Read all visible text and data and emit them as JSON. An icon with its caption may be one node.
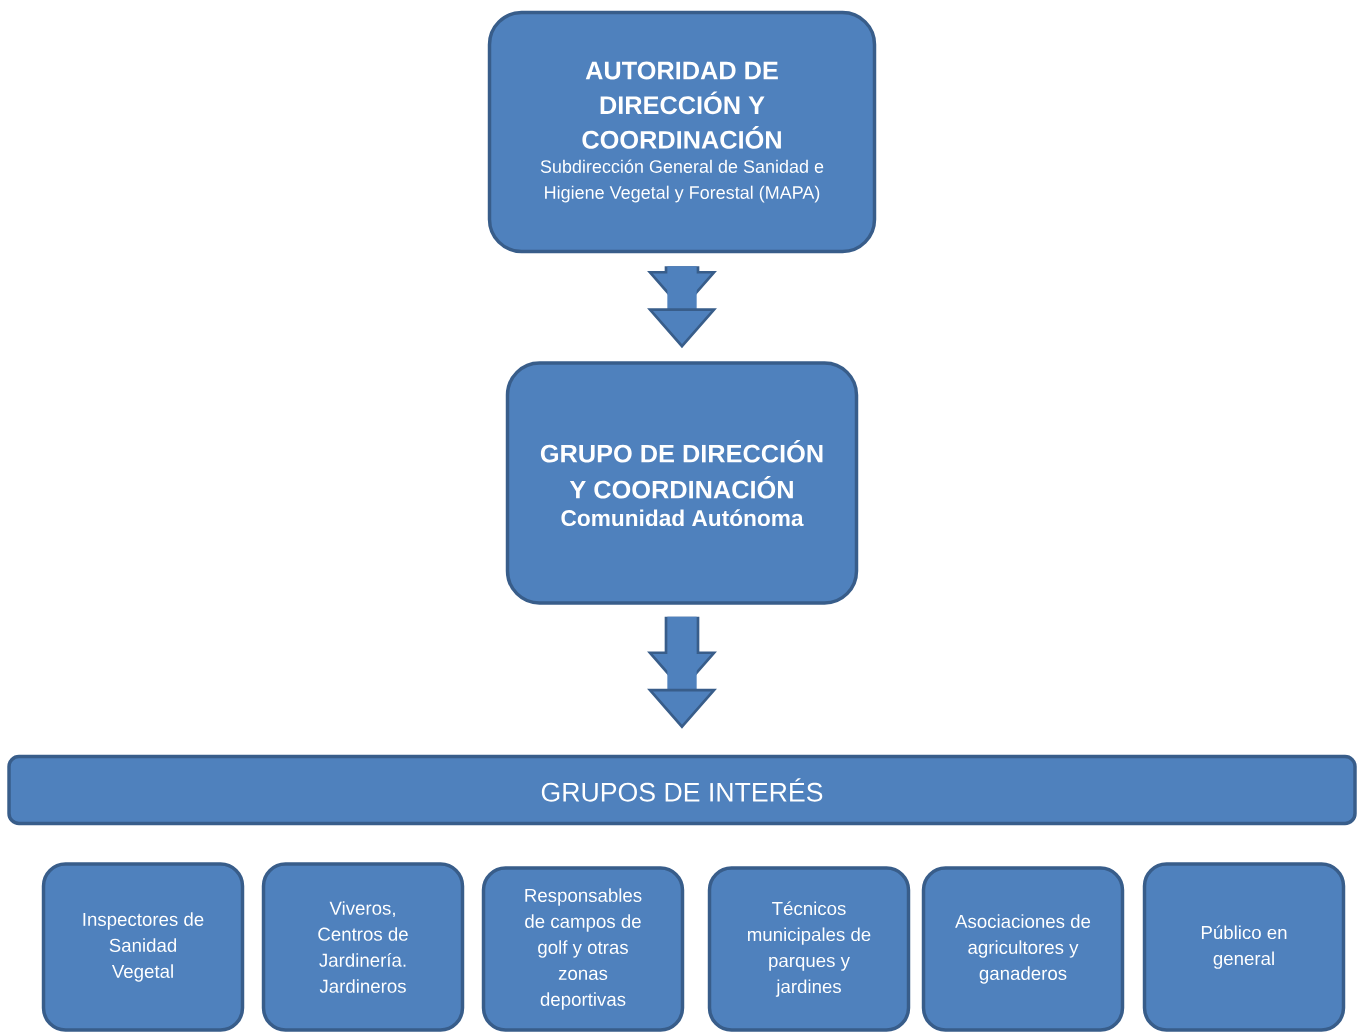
{
  "diagram": {
    "nodes": [
      {
        "text": [
          "AUTORIDAD DE DIRECCIÓN Y COORDINACIÓN",
          "Subdirección General de Sanidad e Higiene Vegetal y Forestal (MAPA)"
        ]
      },
      {
        "text": [
          "GRUPO DE DIRECCIÓN Y COORDINACIÓN",
          "Comunidad Autónoma"
        ]
      },
      {
        "text": [
          "GRUPOS DE INTERÉS"
        ]
      },
      {
        "text": [
          "Inspectores de Sanidad Vegetal"
        ]
      },
      {
        "text": [
          "Viveros, Centros de Jardinería. Jardineros"
        ]
      },
      {
        "text": [
          "Responsables de campos de golf y otras zonas deportivas"
        ]
      },
      {
        "text": [
          "Técnicos municipales de parques y jardines"
        ]
      },
      {
        "text": [
          "Asociaciones de agricultores y ganaderos"
        ]
      },
      {
        "text": [
          "Público en general"
        ]
      }
    ],
    "edges": [
      {
        "from": 0,
        "to": 1,
        "arrow": "to"
      },
      {
        "from": 1,
        "to": 2,
        "arrow": "to"
      }
    ]
  }
}
